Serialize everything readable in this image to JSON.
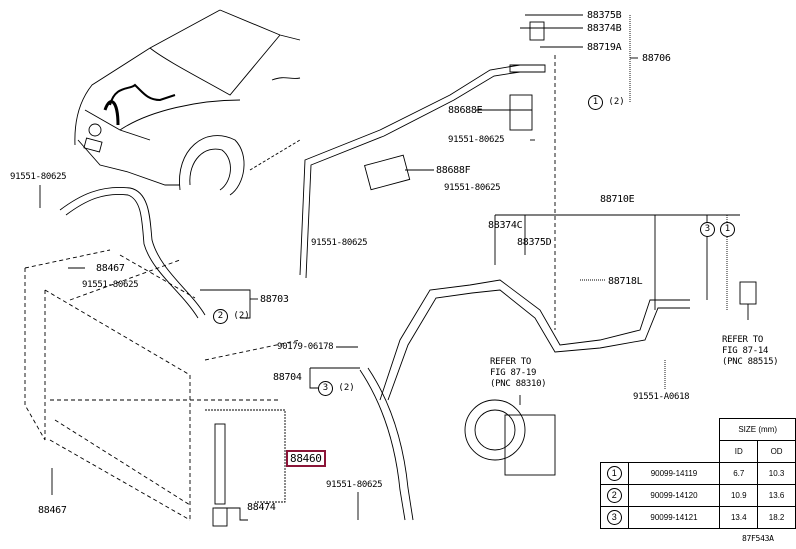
{
  "diagram": {
    "highlight_color": "#8b1538",
    "figure_code": "87F543A",
    "labels": {
      "p88375B": "88375B",
      "p88374B": "88374B",
      "p88719A": "88719A",
      "p88706": "88706",
      "p88688E": "88688E",
      "b1": "91551-80625",
      "p88688F": "88688F",
      "b2": "91551-80625",
      "p88710E": "88710E",
      "p88374C": "88374C",
      "p88375D": "88375D",
      "p88718L": "88718L",
      "b_left_top": "91551-80625",
      "p88467_top": "88467",
      "b_mid_left": "91551-80625",
      "p88703": "88703",
      "b_mid": "91551-80625",
      "p90179": "90179-06178",
      "p88704": "88704",
      "p88460": "88460",
      "p88474": "88474",
      "p88467_bottom": "88467",
      "b_bottom": "91551-80625",
      "b_a0618": "91551-A0618",
      "refer1": [
        "REFER TO",
        "FIG 87-19",
        "(PNC 88310)"
      ],
      "refer2": [
        "REFER TO",
        "FIG 87-14",
        "(PNC 88515)"
      ]
    },
    "oring_callouts": [
      {
        "num": "1",
        "qty": "(2)"
      },
      {
        "num": "2",
        "qty": "(2)"
      },
      {
        "num": "3",
        "qty": "(2)"
      },
      {
        "num": "3"
      },
      {
        "num": "1"
      }
    ],
    "size_table": {
      "header": "SIZE (mm)",
      "columns": [
        "ID",
        "OD"
      ],
      "rows": [
        {
          "num": "1",
          "part": "90099-14119",
          "id": "6.7",
          "od": "10.3"
        },
        {
          "num": "2",
          "part": "90099-14120",
          "id": "10.9",
          "od": "13.6"
        },
        {
          "num": "3",
          "part": "90099-14121",
          "id": "13.4",
          "od": "18.2"
        }
      ]
    }
  }
}
